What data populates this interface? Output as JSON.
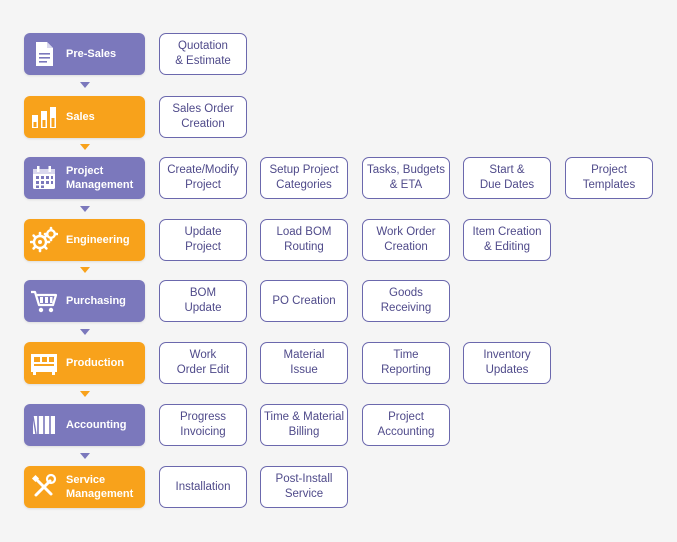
{
  "stages": [
    {
      "label": "Pre-Sales",
      "icon": "document-icon"
    },
    {
      "label": "Sales",
      "icon": "bar-chart-icon"
    },
    {
      "label": "Project\nManagement",
      "icon": "calendar-icon"
    },
    {
      "label": "Engineering",
      "icon": "gears-icon"
    },
    {
      "label": "Purchasing",
      "icon": "cart-icon"
    },
    {
      "label": "Production",
      "icon": "factory-icon"
    },
    {
      "label": "Accounting",
      "icon": "ledger-icon"
    },
    {
      "label": "Service\nManagement",
      "icon": "tools-icon"
    }
  ],
  "tasks": [
    [
      "Quotation\n& Estimate"
    ],
    [
      "Sales Order\nCreation"
    ],
    [
      "Create/Modify\nProject",
      "Setup Project\nCategories",
      "Tasks, Budgets\n& ETA",
      "Start &\nDue Dates",
      "Project\nTemplates"
    ],
    [
      "Update\nProject",
      "Load BOM\nRouting",
      "Work Order\nCreation",
      "Item Creation\n& Editing"
    ],
    [
      "BOM\nUpdate",
      "PO Creation",
      "Goods\nReceiving"
    ],
    [
      "Work\nOrder Edit",
      "Material\nIssue",
      "Time\nReporting",
      "Inventory\nUpdates"
    ],
    [
      "Progress\nInvoicing",
      "Time & Material\nBilling",
      "Project\nAccounting"
    ],
    [
      "Installation",
      "Post-Install\nService"
    ]
  ],
  "colors": {
    "purple": "#7b78bc",
    "orange": "#f8a21b",
    "box_border": "#6b68ad",
    "box_text": "#4f4a8a"
  }
}
